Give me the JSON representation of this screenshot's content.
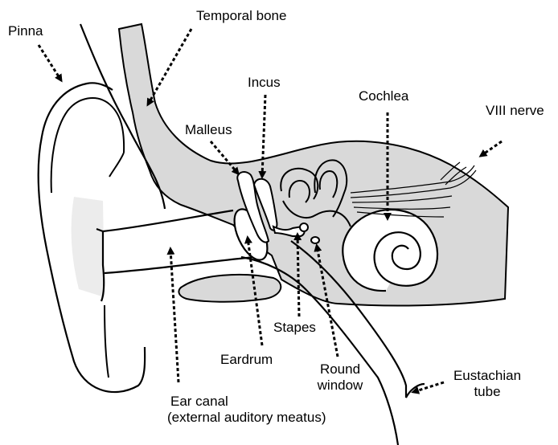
{
  "diagram": {
    "labels": {
      "pinna": "Pinna",
      "temporal_bone": "Temporal bone",
      "incus": "Incus",
      "malleus": "Malleus",
      "cochlea": "Cochlea",
      "viii_nerve": "VIII nerve",
      "stapes": "Stapes",
      "eardrum": "Eardrum",
      "round_window_line1": "Round",
      "round_window_line2": "window",
      "eustachian_line1": "Eustachian",
      "eustachian_line2": "tube",
      "ear_canal_line1": "Ear canal",
      "ear_canal_line2": "(external auditory meatus)"
    },
    "colors": {
      "bone_fill": "#d9d9d9",
      "ink": "#000000",
      "background": "#ffffff"
    }
  }
}
